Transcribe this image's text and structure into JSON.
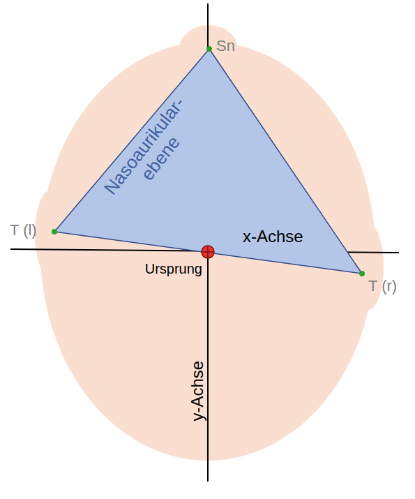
{
  "diagram": {
    "nodes": [
      {
        "text": [
          "Nasoaurikular- ebene"
        ]
      }
    ],
    "labels": [
      "Sn",
      "T (l)",
      "T (r)",
      "x-Achse",
      "Ursprung",
      "y-Achse"
    ]
  }
}
